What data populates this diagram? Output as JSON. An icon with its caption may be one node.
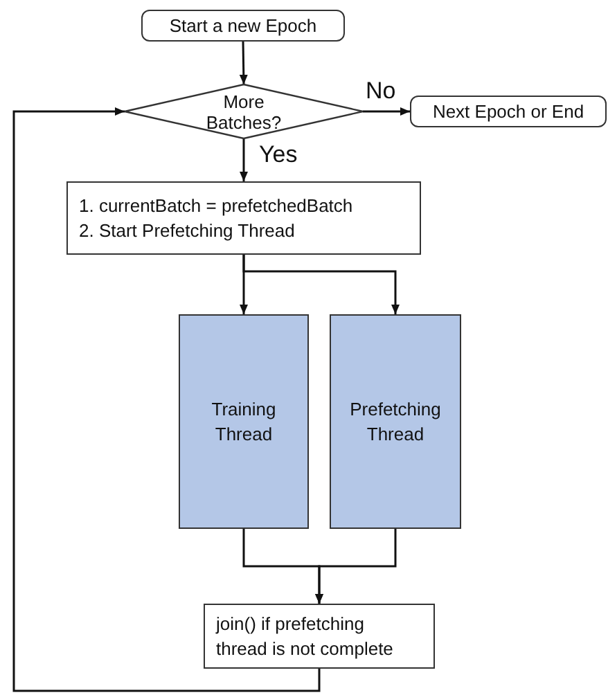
{
  "diagram": {
    "nodes": [
      {
        "text": [
          "Start a new Epoch"
        ]
      },
      {
        "text": [
          "More Batches?"
        ]
      },
      {
        "text": [
          "Next Epoch or End"
        ]
      },
      {
        "text": [
          "1. currentBatch = prefetchedBatch",
          "2. Start Prefetching Thread"
        ]
      },
      {
        "text": [
          "Training Thread"
        ]
      },
      {
        "text": [
          "Prefetching Thread"
        ]
      },
      {
        "text": [
          "join() if prefetching thread is not complete"
        ]
      }
    ],
    "edges": [
      {
        "from": 0,
        "to": 1,
        "arrow": "to"
      },
      {
        "from": 1,
        "to": 2,
        "arrow": "to",
        "label": "No"
      },
      {
        "from": 1,
        "to": 3,
        "arrow": "to",
        "label": "Yes"
      },
      {
        "from": 3,
        "to": 4,
        "arrow": "to"
      },
      {
        "from": 3,
        "to": 5,
        "arrow": "to"
      },
      {
        "from": 4,
        "to": 6,
        "arrow": "to"
      },
      {
        "from": 5,
        "to": 6,
        "arrow": "to"
      },
      {
        "from": 6,
        "to": 1,
        "arrow": "to"
      }
    ]
  }
}
